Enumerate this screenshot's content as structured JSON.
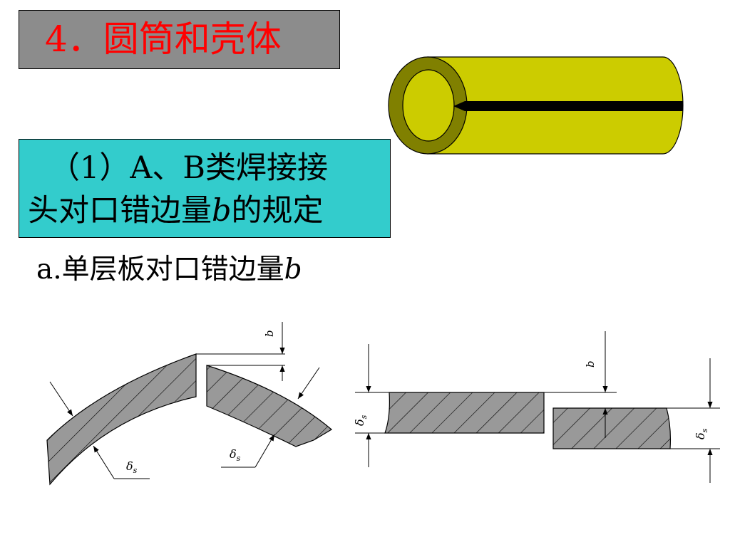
{
  "title": "4．圆筒和壳体",
  "section": {
    "line1": "（1）A、B类焊接接",
    "line2_prefix": "头对口错边量",
    "line2_var": "b",
    "line2_suffix": "的规定"
  },
  "subheading": {
    "prefix": "a.单层板对口错边量",
    "var": "b"
  },
  "diagram_labels": {
    "offset": "b",
    "thickness_symbol": "δ",
    "thickness_subscript": "s"
  },
  "colors": {
    "title_bg": "#8c8c8c",
    "title_text": "#ff0000",
    "section_bg": "#33cccc",
    "cylinder_body": "#cccc00",
    "cylinder_rim": "#808000",
    "hatch_fill": "#999999"
  }
}
